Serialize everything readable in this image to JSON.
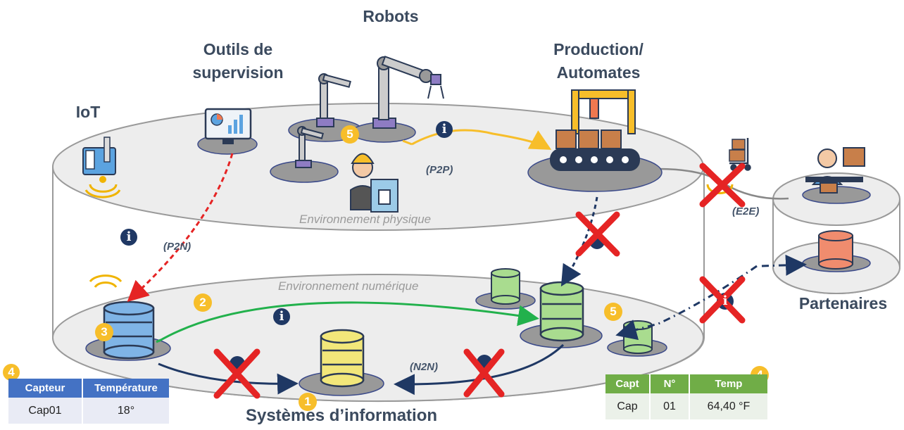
{
  "labels": {
    "robots": "Robots",
    "outils": "Outils de supervision",
    "production": "Production/ Automates",
    "iot": "IoT",
    "partenaires": "Partenaires",
    "systemes": "Systèmes d’information"
  },
  "environments": {
    "physique": "Environnement physique",
    "numerique": "Environnement numérique"
  },
  "connections": {
    "p2p": "(P2P)",
    "p2n": "(P2N)",
    "n2n": "(N2N)",
    "e2e": "(E2E)"
  },
  "badges": {
    "robots": "5",
    "si": "1",
    "green_top": "2",
    "blue_db": "3",
    "table_left": "4",
    "table_right": "4",
    "green_right": "5"
  },
  "info_symbol": "i",
  "table_left": {
    "headers": [
      "Capteur",
      "Température"
    ],
    "row": [
      "Cap01",
      "18°"
    ],
    "header_color": "#4472c4"
  },
  "table_right": {
    "headers": [
      "Capt",
      "N°",
      "Temp"
    ],
    "row": [
      "Cap",
      "01",
      "64,40 °F"
    ],
    "header_color": "#70ad47"
  },
  "colors": {
    "p2n_arrow": "#e52424",
    "p2p_arrow": "#f7be2a",
    "n2n_arrow": "#1f3864",
    "green_arrow": "#22b14c",
    "cross": "#e52424",
    "badge": "#f7be2a"
  }
}
